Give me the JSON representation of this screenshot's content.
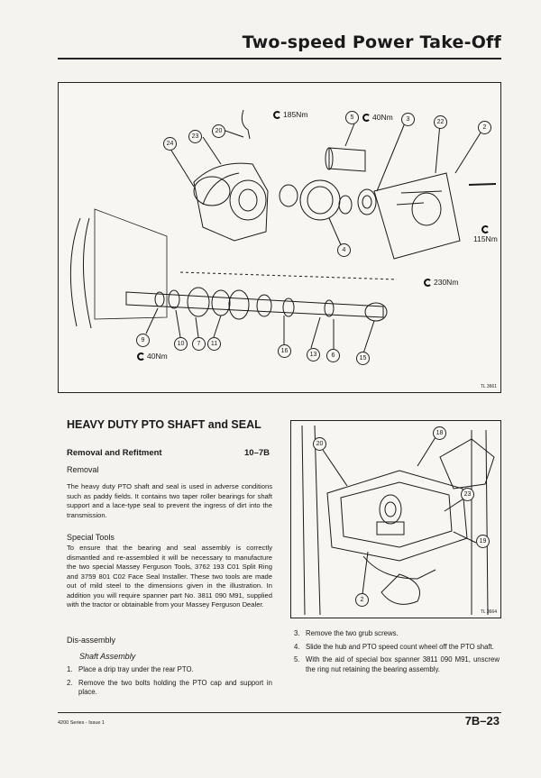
{
  "header": {
    "title": "Two-speed Power Take-Off"
  },
  "figure_top": {
    "ref": "TL 3661",
    "torques": [
      "185Nm",
      "40Nm",
      "115Nm",
      "230Nm",
      "40Nm"
    ],
    "callouts": [
      "20",
      "23",
      "24",
      "5",
      "3",
      "22",
      "2",
      "4",
      "9",
      "10",
      "7",
      "11",
      "16",
      "13",
      "6",
      "15"
    ]
  },
  "figure_right": {
    "ref": "TL 3664",
    "callouts": [
      "20",
      "18",
      "23",
      "19",
      "2"
    ]
  },
  "section": {
    "heading": "HEAVY DUTY PTO SHAFT and SEAL",
    "subheading": "Removal and Refitment",
    "ref": "10–7B",
    "removal_label": "Removal",
    "intro": "The heavy duty PTO shaft and seal is used in adverse conditions such as paddy fields. It contains two taper roller bearings for shaft support and a lace-type seal to prevent the ingress of dirt into the transmission.",
    "special_tools_label": "Special Tools",
    "special_tools_text": "To ensure that the bearing and seal assembly is correctly dismantled and re-assembled it will be necessary to manufacture the two special Massey Ferguson Tools, 3762 193 C01 Split Ring and 3759 801 C02 Face Seal Installer. These two tools are made out of mild steel to the dimensions given in the illustration. In addition you will require spanner part No. 3811 090 M91, supplied with the tractor or obtainable from your Massey Ferguson Dealer.",
    "disassembly_label": "Dis-assembly",
    "shaft_assembly_label": "Shaft Assembly"
  },
  "steps_left": [
    {
      "num": "1.",
      "text": "Place a drip tray under the rear PTO."
    },
    {
      "num": "2.",
      "text": "Remove the two bolts holding the PTO cap and support in place."
    }
  ],
  "steps_right": [
    {
      "num": "3.",
      "text": "Remove the two grub screws."
    },
    {
      "num": "4.",
      "text": "Slide the hub and PTO speed count wheel off the PTO shaft."
    },
    {
      "num": "5.",
      "text": "With the aid of special box spanner 3811 090 M91, unscrew the ring nut retaining the bearing assembly."
    }
  ],
  "footer": {
    "issue": "4200 Series - Issue 1",
    "page": "7B–23"
  }
}
